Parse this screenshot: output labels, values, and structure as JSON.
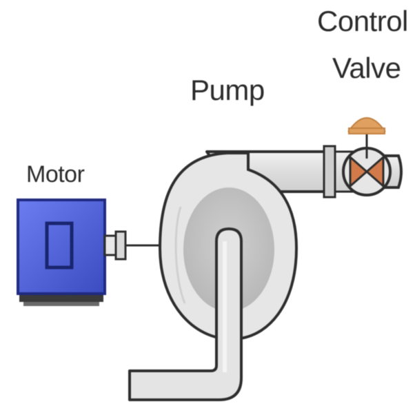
{
  "labels": {
    "motor": "Motor",
    "pump": "Pump",
    "control_valve_line1": "Control",
    "control_valve_line2": "Valve"
  },
  "colors": {
    "motor_blue": "#4a5ed6",
    "motor_blue_dark": "#2a3aa8",
    "motor_base": "#3a3a3a",
    "pump_body": "#e6e6e6",
    "pump_inner": "#c6c6c6",
    "pipe": "#e2e2e2",
    "outline": "#2e2e2e",
    "actuator": "#e0a060",
    "valve_x": "#d27a4a"
  },
  "icons": {
    "motor": "motor-icon",
    "pump": "pump-icon",
    "valve": "control-valve-icon",
    "actuator": "valve-actuator-icon"
  }
}
